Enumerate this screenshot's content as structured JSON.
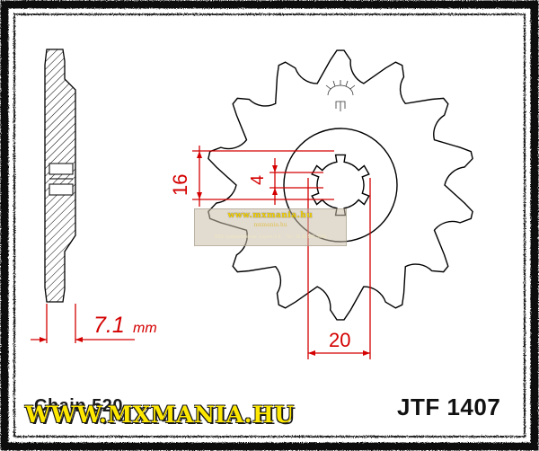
{
  "diagram": {
    "dimensions": {
      "width_label": "7.1",
      "width_unit": "mm",
      "height_outer_label": "16",
      "height_inner_label": "4",
      "bore_label": "20"
    },
    "caption_left": "Chain 520",
    "part_number": "JTF 1407",
    "watermark": "WWW.MXMANIA.HU",
    "watermark_banner": {
      "top": "www.mxmania.hu",
      "middle": "mxmania.hu",
      "contact": "6000 Székesfehérvár, Export út 8. · Tel.: 06 30 555 5000"
    },
    "colors": {
      "outline": "#000000",
      "dimension": "#d40000",
      "frame": "#111111",
      "watermark": "#ffe800"
    }
  }
}
